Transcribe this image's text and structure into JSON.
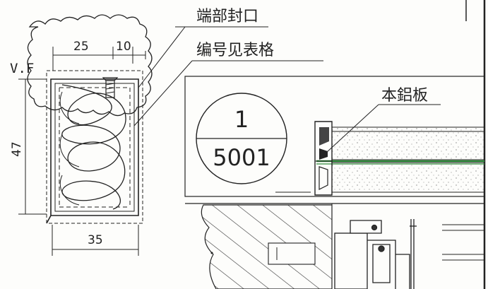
{
  "labels": {
    "end_seal": "端部封口",
    "see_table": "编号见表格",
    "aluminum_plate": "本鋁板",
    "vf": "V.F"
  },
  "dimensions": {
    "top_left": "25",
    "top_right": "10",
    "height": "47",
    "bottom": "35"
  },
  "section_marker": {
    "top": "1",
    "bottom": "5001"
  },
  "colors": {
    "line": "#222222",
    "accent_green": "#2f8a3a",
    "background": "#fdfdfb"
  }
}
